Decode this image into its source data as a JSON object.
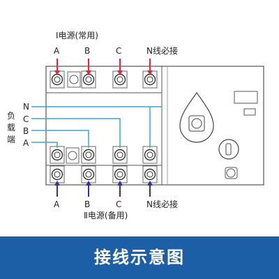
{
  "source1": {
    "title": "Ⅰ电源(常用)",
    "terminals": [
      "A",
      "B",
      "C",
      "N线必接"
    ]
  },
  "source2": {
    "title": "Ⅱ电源(备用)",
    "terminals": [
      "A",
      "B",
      "C",
      "N线必接"
    ]
  },
  "load": {
    "label": "负载端",
    "chars": [
      "负",
      "载",
      "端"
    ],
    "lines": [
      "N",
      "C",
      "B",
      "A"
    ]
  },
  "banner": {
    "title": "接线示意图"
  },
  "colors": {
    "arrow": "#e8243a",
    "arrow_bottom": "#3a2e9a",
    "wire": "#3aa6d8",
    "banner": "#1d5fa6"
  }
}
